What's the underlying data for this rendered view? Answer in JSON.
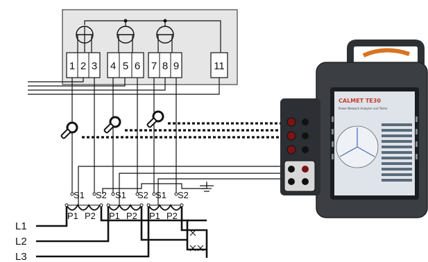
{
  "meter": {
    "terminals": [
      "1",
      "2",
      "3",
      "4",
      "5",
      "6",
      "7",
      "8",
      "9",
      "11"
    ]
  },
  "transformers": [
    {
      "secondary": [
        "S1",
        "S2"
      ],
      "primary": [
        "P1",
        "P2"
      ]
    },
    {
      "secondary": [
        "S1",
        "S2"
      ],
      "primary": [
        "P1",
        "P2"
      ]
    },
    {
      "secondary": [
        "S1",
        "S2"
      ],
      "primary": [
        "P1",
        "P2"
      ]
    }
  ],
  "phases": [
    "L1",
    "L2",
    "L3"
  ],
  "device": {
    "brand": "CALMET TE30",
    "subtitle": "Power Network Analyzer and Tester",
    "colors": {
      "body": "#3b3e42",
      "handle": "#d9741f",
      "screen_bg": "#dfe3ea"
    }
  },
  "icons": [
    "current-clamp-icon",
    "ground-icon",
    "fuse-cross-icon"
  ]
}
